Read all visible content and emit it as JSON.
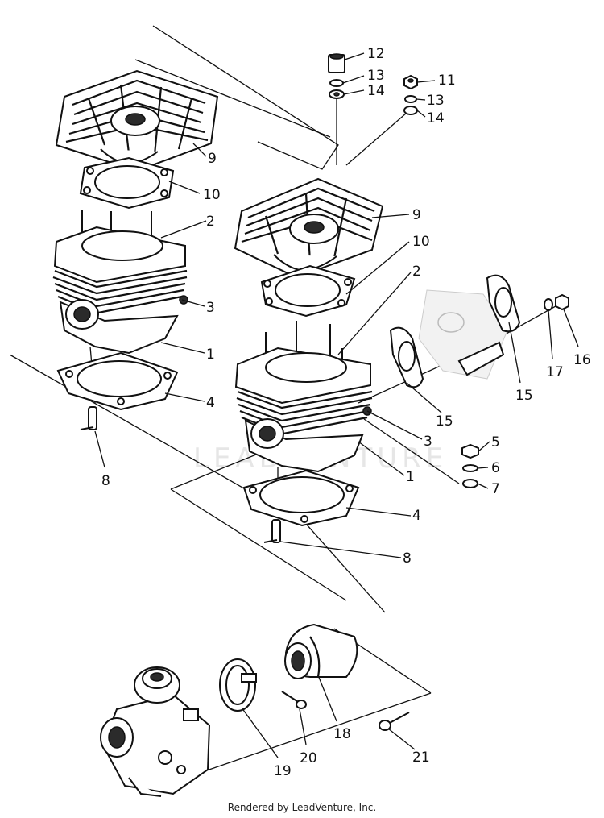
{
  "watermark": "LEADVENTURE",
  "footer": "Rendered by LeadVenture, Inc.",
  "callouts": {
    "c12": "12",
    "c13a": "13",
    "c14a": "14",
    "c11": "11",
    "c13b": "13",
    "c14b": "14",
    "c9a": "9",
    "c10a": "10",
    "c2a": "2",
    "c3a": "3",
    "c1a": "1",
    "c4a": "4",
    "c8a": "8",
    "c9b": "9",
    "c10b": "10",
    "c2b": "2",
    "c3b": "3",
    "c1b": "1",
    "c4b": "4",
    "c8b": "8",
    "c15a": "15",
    "c15b": "15",
    "c16": "16",
    "c17": "17",
    "c5": "5",
    "c6": "6",
    "c7": "7",
    "c18": "18",
    "c19": "19",
    "c20": "20",
    "c21": "21"
  },
  "parts": {
    "cylinder_head_left": "cylinder-head",
    "cylinder_head_right": "cylinder-head",
    "head_gasket_left": "head-gasket",
    "head_gasket_right": "head-gasket",
    "cylinder_left": "cylinder",
    "cylinder_right": "cylinder",
    "base_gasket_left": "base-gasket",
    "base_gasket_right": "base-gasket",
    "exhaust_gasket_a": "exhaust-gasket",
    "exhaust_gasket_b": "exhaust-gasket",
    "intake_boot": "intake-boot",
    "clamp": "clamp",
    "carburetor": "carburetor"
  },
  "colors": {
    "line": "#111111",
    "watermark": "#e6e6e6",
    "background": "#ffffff"
  }
}
